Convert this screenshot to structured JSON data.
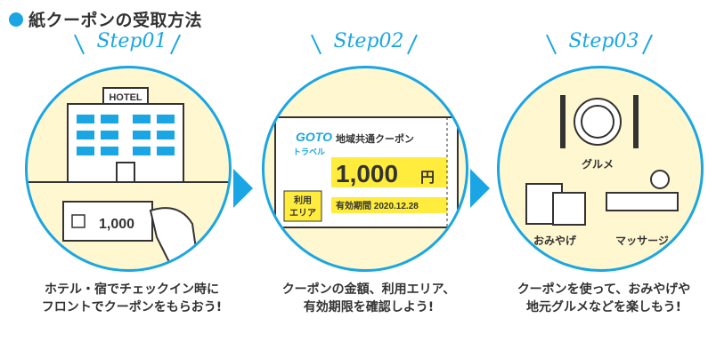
{
  "header": {
    "title": "紙クーポンの受取方法"
  },
  "steps": [
    {
      "label": "Step01",
      "caption_line1": "ホテル・宿でチェックイン時に",
      "caption_line2": "フロントでクーポンをもらおう!",
      "hotel_sign": "HOTEL",
      "coupon_amount": "1,000"
    },
    {
      "label": "Step02",
      "caption_line1": "クーポンの金額、利用エリア、",
      "caption_line2": "有効期限を確認しよう!",
      "goto_logo": "GOTO",
      "goto_sub": "トラベル",
      "coupon_title": "地域共通クーポン",
      "amount": "1,000",
      "yen": "円",
      "area_line1": "利用",
      "area_line2": "エリア",
      "expiry": "有効期間 2020.12.28"
    },
    {
      "label": "Step03",
      "caption_line1": "クーポンを使って、おみやげや",
      "caption_line2": "地元グルメなどを楽しもう!",
      "gourmet": "グルメ",
      "souvenir": "おみやげ",
      "massage": "マッサージ"
    }
  ]
}
